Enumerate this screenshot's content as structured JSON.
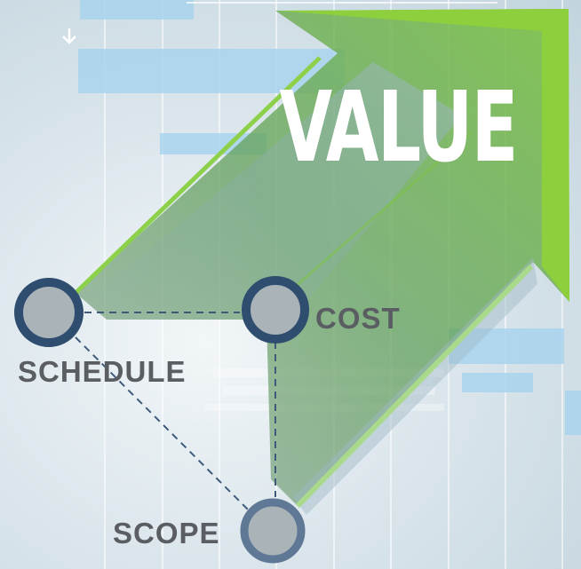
{
  "title": "VALUE",
  "nodes": {
    "schedule": "SCHEDULE",
    "cost": "COST",
    "scope": "SCOPE"
  },
  "colors": {
    "arrow_green": "#7cc343",
    "node_ring": "#2f4d6e",
    "node_fill": "#a9b3b8",
    "label_gray": "#5a5e62",
    "bar_blue": "#a9d4ee"
  },
  "icons": [
    "down-arrow-icon"
  ]
}
